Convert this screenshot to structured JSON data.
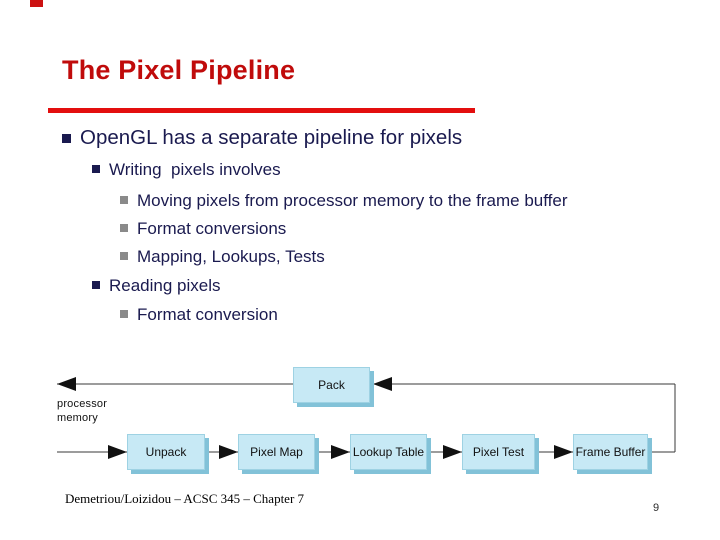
{
  "slide": {
    "title": "The Pixel Pipeline",
    "footer": "Demetriou/Loizidou – ACSC 345 – Chapter 7",
    "page_number": "9",
    "title_color": "#c00b0b",
    "rule_color": "#e30e0e",
    "body_text_color": "#1a1a4f"
  },
  "bullets": [
    {
      "level": 1,
      "text": "OpenGL has a separate pipeline for pixels"
    },
    {
      "level": 2,
      "text": "Writing  pixels involves"
    },
    {
      "level": 3,
      "text": "Moving pixels from processor memory to the frame buffer"
    },
    {
      "level": 3,
      "text": "Format conversions"
    },
    {
      "level": 3,
      "text": "Mapping, Lookups, Tests"
    },
    {
      "level": 2,
      "text": "Reading pixels"
    },
    {
      "level": 3,
      "text": "Format conversion"
    }
  ],
  "diagram": {
    "memory_label_line1": "processor",
    "memory_label_line2": "memory",
    "pack_label": "Pack",
    "pipeline_boxes": [
      "Unpack",
      "Pixel Map",
      "Lookup Table",
      "Pixel Test",
      "Frame Buffer"
    ],
    "box_fill": "#c7e9f5",
    "box_shadow": "#82c2d8"
  }
}
